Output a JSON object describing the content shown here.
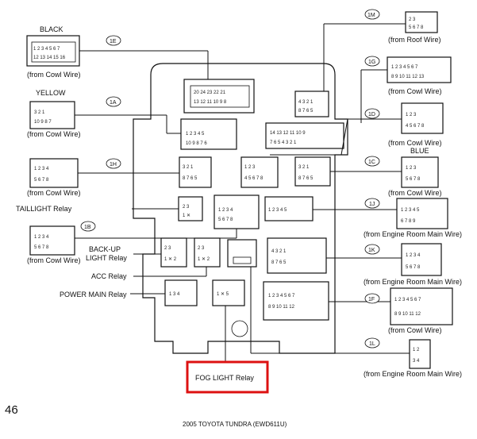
{
  "page_number": "46",
  "footer": "2005 TOYOTA TUNDRA (EWD611U)",
  "connectors": {
    "1E": {
      "tag": "1E",
      "color_label": "BLACK",
      "from": "(from Cowl Wire)"
    },
    "1A": {
      "tag": "1A",
      "color_label": "YELLOW",
      "from": "(from Cowl Wire)"
    },
    "1H": {
      "tag": "1H",
      "from": "(from Cowl Wire)"
    },
    "1B": {
      "tag": "1B",
      "from": "(from Cowl Wire)"
    },
    "1M": {
      "tag": "1M",
      "from": "(from Roof Wire)"
    },
    "1G": {
      "tag": "1G",
      "from": "(from Cowl Wire)"
    },
    "1D": {
      "tag": "1D",
      "from": "(from Cowl Wire)"
    },
    "1C": {
      "tag": "1C",
      "color_label": "BLUE",
      "from": "(from Cowl Wire)"
    },
    "1J": {
      "tag": "1J",
      "from": "(from Engine Room Main Wire)"
    },
    "1K": {
      "tag": "1K",
      "from": "(from Engine Room Main Wire)"
    },
    "1F": {
      "tag": "1F",
      "from": "(from Cowl Wire)"
    },
    "1L": {
      "tag": "1L",
      "from": "(from Engine Room Main Wire)"
    }
  },
  "relays": {
    "taillight": "TAILLIGHT Relay",
    "backup_line1": "BACK-UP",
    "backup_line2": "LIGHT Relay",
    "acc": "ACC Relay",
    "power_main": "POWER MAIN Relay",
    "fog_light": "FOG LIGHT Relay"
  },
  "highlight_color": "#d11111"
}
